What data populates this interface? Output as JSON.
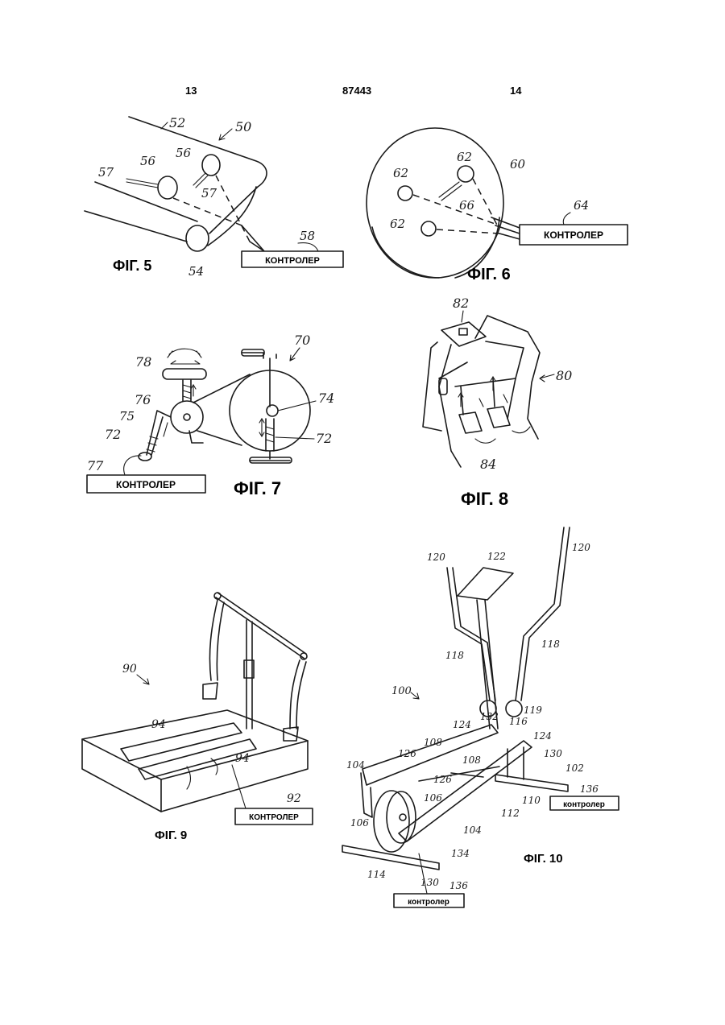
{
  "header": {
    "left_page": "13",
    "patent_number": "87443",
    "right_page": "14"
  },
  "fig5": {
    "caption": "ФІГ. 5",
    "controller": "КОНТРОЛЕР",
    "refs": {
      "r50": "50",
      "r52": "52",
      "r54": "54",
      "r56a": "56",
      "r56b": "56",
      "r57a": "57",
      "r57b": "57",
      "r58": "58"
    }
  },
  "fig6": {
    "caption": "ФІГ. 6",
    "controller": "КОНТРОЛЕР",
    "refs": {
      "r60": "60",
      "r62a": "62",
      "r62b": "62",
      "r62c": "62",
      "r64": "64",
      "r66": "66"
    }
  },
  "fig7": {
    "caption": "ФІГ.  7",
    "controller": "КОНТРОЛЕР",
    "refs": {
      "r70": "70",
      "r72a": "72",
      "r72b": "72",
      "r74": "74",
      "r75": "75",
      "r76": "76",
      "r77": "77",
      "r78": "78"
    }
  },
  "fig8": {
    "caption": "ФІГ. 8",
    "refs": {
      "r80": "80",
      "r82": "82",
      "r84": "84"
    }
  },
  "fig9": {
    "caption": "ФІГ. 9",
    "controller": "КОНТРОЛЕР",
    "refs": {
      "r90": "90",
      "r92": "92",
      "r94a": "94",
      "r94b": "94"
    }
  },
  "fig10": {
    "caption": "ФІГ. 10",
    "controller_a": "контролер",
    "controller_b": "контролер",
    "refs": {
      "r100": "100",
      "r102": "102",
      "r104a": "104",
      "r104b": "104",
      "r106a": "106",
      "r106b": "106",
      "r108a": "108",
      "r108b": "108",
      "r110": "110",
      "r112": "112",
      "r114": "114",
      "r116": "116",
      "r118a": "118",
      "r118b": "118",
      "r119": "119",
      "r120a": "120",
      "r120b": "120",
      "r122": "122",
      "r124a": "124",
      "r124b": "124",
      "r126a": "126",
      "r126b": "126",
      "r130a": "130",
      "r130b": "130",
      "r132": "132",
      "r134": "134",
      "r136a": "136",
      "r136b": "136"
    }
  }
}
